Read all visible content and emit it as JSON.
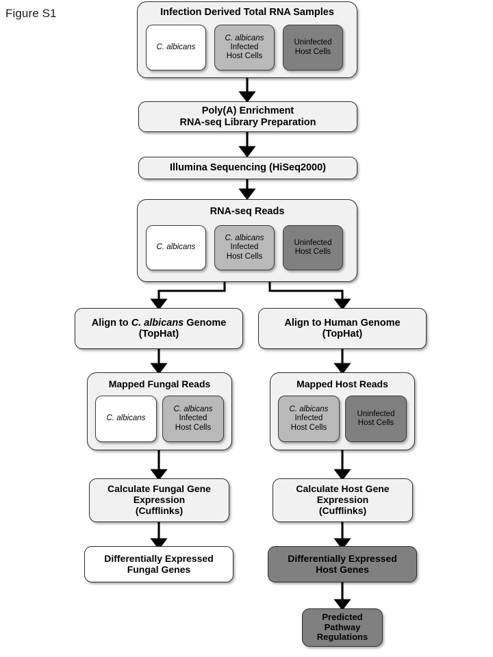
{
  "figure": {
    "label": "Figure S1",
    "colors": {
      "box_fill_light": "#f1f1f1",
      "box_fill_white": "#ffffff",
      "sample_mid_gray": "#b9b9b9",
      "sample_dark_gray": "#808080",
      "stroke": "#2b2b2b",
      "background": "#ffffff"
    }
  },
  "samples": {
    "fungal": "C. albicans",
    "infected_line1": "C. albicans",
    "infected_line2": "Infected\nHost Cells",
    "uninfected": "Uninfected\nHost Cells"
  },
  "nodes": {
    "rna_samples": {
      "title": "Infection Derived Total RNA Samples"
    },
    "library_prep": {
      "text": "Poly(A) Enrichment\nRNA-seq Library Preparation"
    },
    "sequencing": {
      "text": "Illumina Sequencing (HiSeq2000)"
    },
    "reads": {
      "title": "RNA-seq Reads"
    },
    "align_fungal": {
      "line1_a": "Align to ",
      "line1_italic": "C. albicans",
      "line1_b": " Genome",
      "line2": "(TopHat)"
    },
    "align_human": {
      "text": "Align to Human Genome\n(TopHat)"
    },
    "mapped_fungal": {
      "title": "Mapped Fungal Reads"
    },
    "mapped_host": {
      "title": "Mapped Host Reads"
    },
    "calc_fungal": {
      "text": "Calculate Fungal Gene\nExpression\n(Cufflinks)"
    },
    "calc_host": {
      "text": "Calculate Host Gene\nExpression\n(Cufflinks)"
    },
    "deg_fungal": {
      "text": "Differentially Expressed\nFungal Genes"
    },
    "deg_host": {
      "text": "Differentially Expressed\nHost Genes"
    },
    "pathways": {
      "text": "Predicted\nPathway\nRegulations"
    }
  }
}
